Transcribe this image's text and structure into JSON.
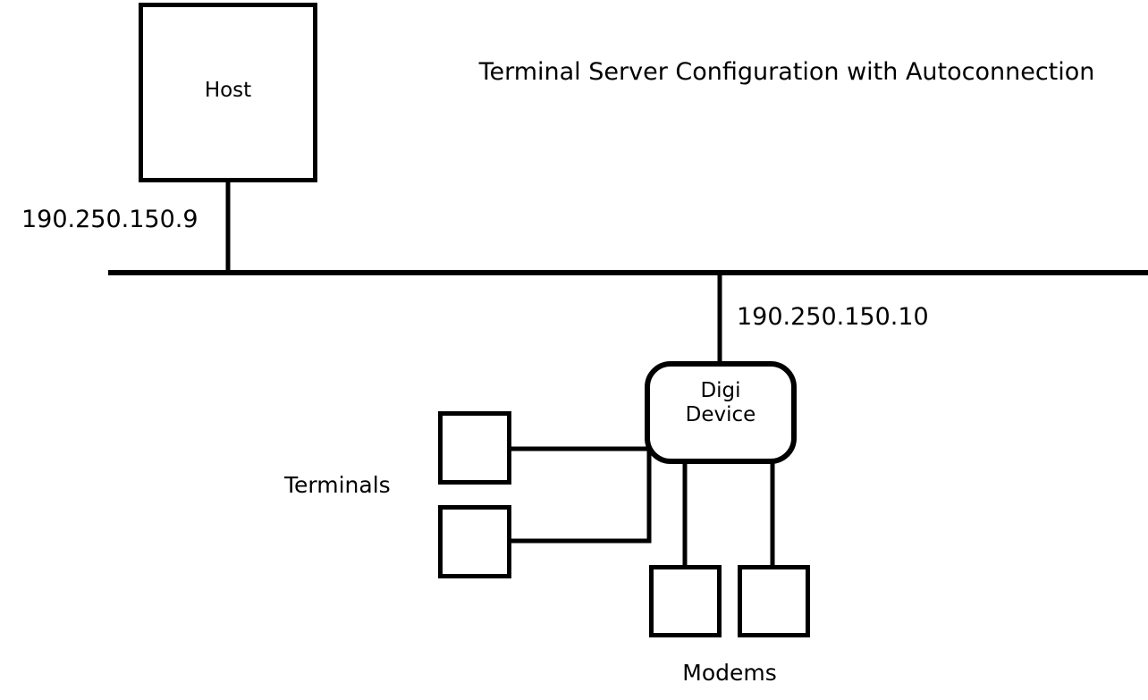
{
  "diagram": {
    "title": "Terminal Server Configuration with Autoconnection",
    "nodes": {
      "host": {
        "label": "Host"
      },
      "digi": {
        "label_line1": "Digi",
        "label_line2": "Device"
      },
      "terminal_1": {
        "label": ""
      },
      "terminal_2": {
        "label": ""
      },
      "modem_1": {
        "label": ""
      },
      "modem_2": {
        "label": ""
      }
    },
    "labels": {
      "host_address": "190.250.150.9",
      "digi_address": "190.250.150.10",
      "terminals_group": "Terminals",
      "modems_group": "Modems"
    },
    "colors": {
      "background": "#ffffff",
      "stroke": "#000000",
      "text": "#000000",
      "node_fill": "#ffffff"
    }
  }
}
